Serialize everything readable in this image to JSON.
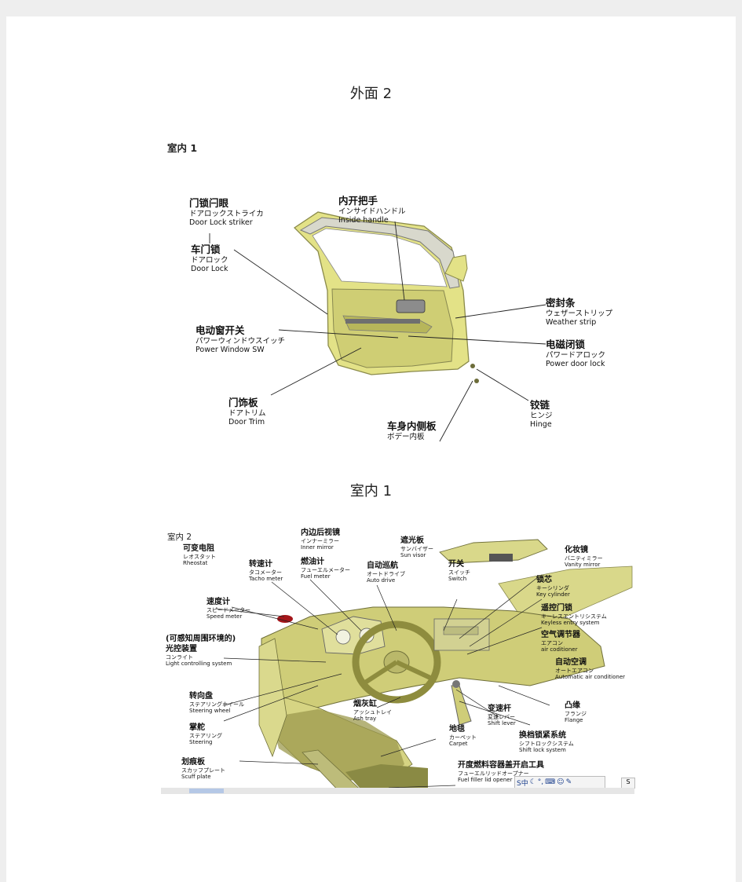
{
  "captions": {
    "exterior2": "外面 2",
    "interior1": "室内 1"
  },
  "figure1": {
    "title": "室内 1",
    "labels": [
      {
        "zh": "门锁闩眼",
        "jp": "ドアロックストライカ",
        "en": "Door Lock striker"
      },
      {
        "zh": "车门锁",
        "jp": "ドアロック",
        "en": "Door Lock"
      },
      {
        "zh": "内开把手",
        "jp": "インサイドハンドル",
        "en": "Inside handle"
      },
      {
        "zh": "密封条",
        "jp": "ウェザーストリップ",
        "en": "Weather strip"
      },
      {
        "zh": "电动窗开关",
        "jp": "パワーウィンドウスイッチ",
        "en": "Power Window SW"
      },
      {
        "zh": "电磁闭锁",
        "jp": "パワードアロック",
        "en": "Power door lock"
      },
      {
        "zh": "门饰板",
        "jp": "ドアトリム",
        "en": "Door Trim"
      },
      {
        "zh": "铰链",
        "jp": "ヒンジ",
        "en": "Hinge"
      },
      {
        "zh": "车身内侧板",
        "jp": "ボデー内板",
        "en": ""
      }
    ]
  },
  "figure2": {
    "title": "室内 2",
    "labels": [
      {
        "zh": "可变电阻",
        "jp": "レオスタット",
        "en": "Rheostat"
      },
      {
        "zh": "内边后视镜",
        "jp": "インナーミラー",
        "en": "Inner mirror"
      },
      {
        "zh": "遮光板",
        "jp": "サンバイザー",
        "en": "Sun visor"
      },
      {
        "zh": "化妆镜",
        "jp": "バニティミラー",
        "en": "Vanity mirror"
      },
      {
        "zh": "转速计",
        "jp": "タコメーター",
        "en": "Tacho meter"
      },
      {
        "zh": "燃油计",
        "jp": "フューエルメーター",
        "en": "Fuel meter"
      },
      {
        "zh": "自动巡航",
        "jp": "オートドライブ",
        "en": "Auto drive"
      },
      {
        "zh": "开关",
        "jp": "スイッチ",
        "en": "Switch"
      },
      {
        "zh": "锁芯",
        "jp": "キーシリンダ",
        "en": "Key cylinder"
      },
      {
        "zh": "速度计",
        "jp": "スピードメーター",
        "en": "Speed meter"
      },
      {
        "zh": "遥控门锁",
        "jp": "キーレスエントリシステム",
        "en": "Keyless entry system"
      },
      {
        "zh": "空气调节器",
        "jp": "エアコン",
        "en": "air coditioner"
      },
      {
        "zh": "(可感知周围环境的)",
        "jp": "",
        "en": ""
      },
      {
        "zh": "光控装置",
        "jp": "コンライト",
        "en": "Light controlling system"
      },
      {
        "zh": "自动空调",
        "jp": "オートエアコン",
        "en": "Automatic air conditioner"
      },
      {
        "zh": "转向盘",
        "jp": "ステアリングホイール",
        "en": "Steering wheel"
      },
      {
        "zh": "烟灰缸",
        "jp": "アッシュトレイ",
        "en": "Ash tray"
      },
      {
        "zh": "变速杆",
        "jp": "変速レバー",
        "en": "Shift lever"
      },
      {
        "zh": "凸缘",
        "jp": "フランジ",
        "en": "Flange"
      },
      {
        "zh": "掌舵",
        "jp": "ステアリング",
        "en": "Steering"
      },
      {
        "zh": "地毯",
        "jp": "カーペット",
        "en": "Carpet"
      },
      {
        "zh": "换档锁紧系统",
        "jp": "シフトロックシステム",
        "en": "Shift lock system"
      },
      {
        "zh": "划痕板",
        "jp": "スカッフプレート",
        "en": "Scuff plate"
      },
      {
        "zh": "开度燃料容器盖开启工具",
        "jp": "フューエルリッドオープナー",
        "en": "Fuel filler lid opener"
      }
    ],
    "taskbar_text": "S中"
  }
}
